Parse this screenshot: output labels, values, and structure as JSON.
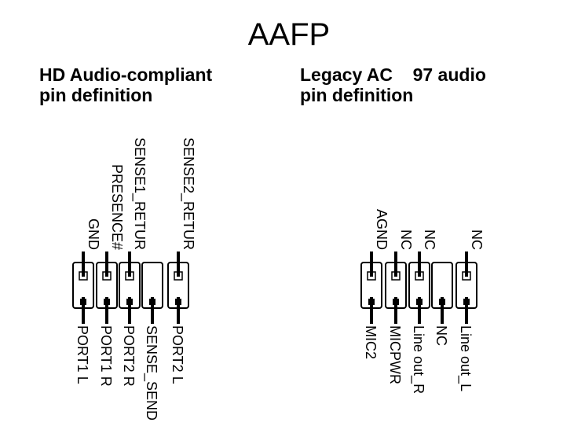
{
  "title": "AAFP",
  "hd": {
    "heading_line1": "HD Audio-compliant",
    "heading_line2": "pin definition",
    "top_labels": [
      "GND",
      "PRESENCE#",
      "SENSE1_RETUR",
      "",
      "SENSE2_RETUR"
    ],
    "bottom_labels": [
      "PORT1 L",
      "PORT1 R",
      "PORT2 R",
      "SENSE_SEND",
      "PORT2 L"
    ]
  },
  "legacy": {
    "heading_line1": "Legacy AC    97 audio",
    "heading_line2": "pin definition",
    "top_labels": [
      "AGND",
      "NC",
      "NC",
      "",
      "NC"
    ],
    "bottom_labels": [
      "MIC2",
      "MICPWR",
      "Line out_R",
      "NC",
      "Line out_L"
    ]
  }
}
